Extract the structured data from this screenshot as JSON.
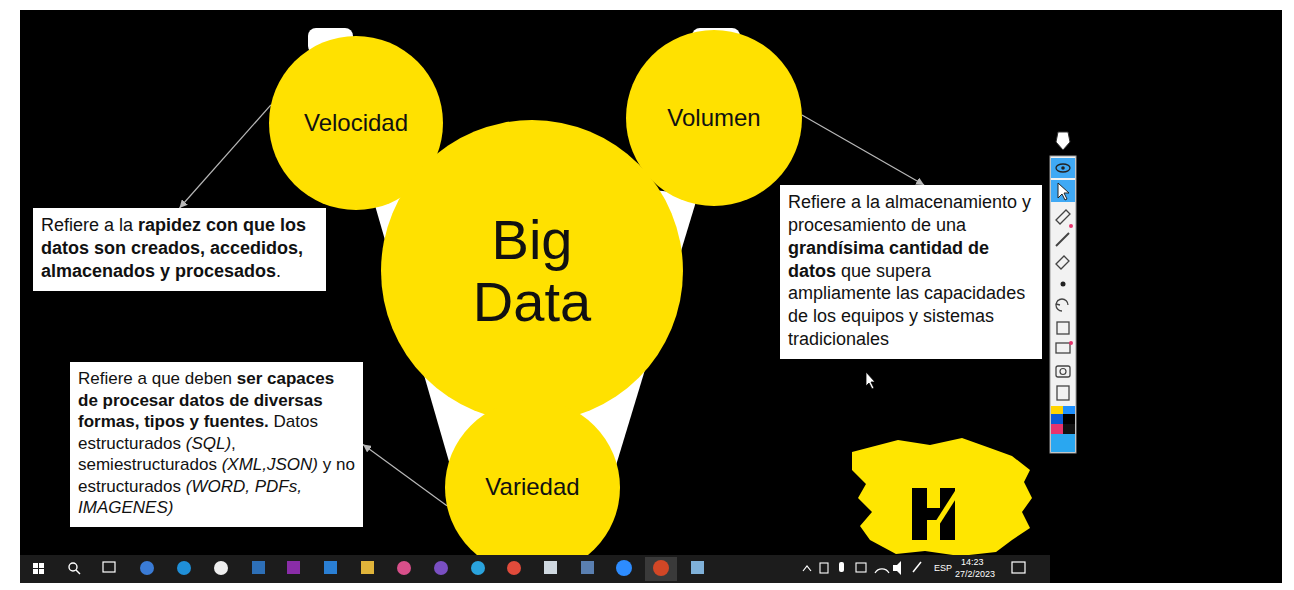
{
  "diagram": {
    "nodes": [
      {
        "text": [
          "Velocidad"
        ]
      },
      {
        "text": [
          "Volumen"
        ]
      },
      {
        "text": [
          "Big Data"
        ]
      },
      {
        "text": [
          "Refiere a la",
          "rapidez con que los datos son creados, accedidos, almacenados y procesados",
          "."
        ]
      },
      {
        "text": [
          "Refiere a la almacenamiento y procesamiento de una",
          "grandísima cantidad de datos",
          "que supera ampliamente las capacidades de los equipos y sistemas tradicionales"
        ]
      },
      {
        "text": [
          "Refiere a que deben",
          "ser capaces de procesar datos de diversas formas, tipos y fuentes.",
          "Datos estructurados",
          "(SQL)",
          ", semiestructurados",
          "(XML,JSON)",
          "y no estructurados",
          "(WORD, PDFs, IMAGENES)"
        ]
      },
      {
        "text": [
          "Variedad"
        ]
      }
    ],
    "edges": [
      {
        "from": 0,
        "to": 3,
        "arrow": "to"
      },
      {
        "from": 1,
        "to": 4,
        "arrow": "to"
      },
      {
        "from": 6,
        "to": 5,
        "arrow": "to"
      }
    ],
    "labels": [
      "ESP",
      "14:23",
      "27/2/2023"
    ]
  }
}
